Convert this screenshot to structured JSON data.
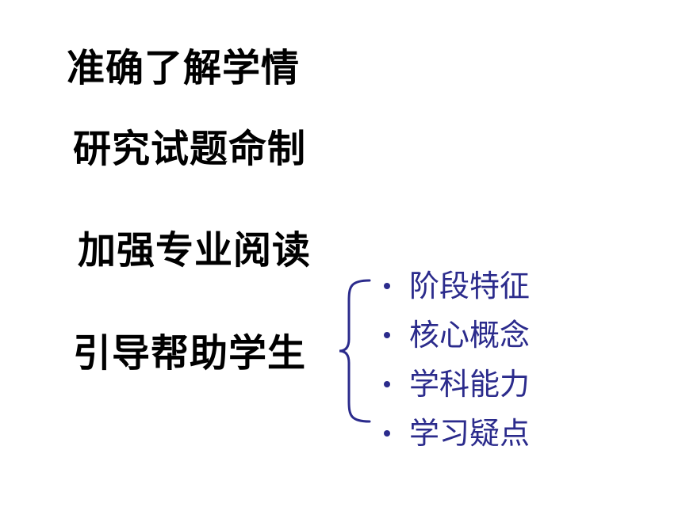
{
  "headings": [
    "准确了解学情",
    "研究试题命制",
    "加强专业阅读",
    "引导帮助学生"
  ],
  "sub_items": [
    "阶段特征",
    "核心概念",
    "学科能力",
    "学习疑点"
  ],
  "colors": {
    "heading": "#000000",
    "sub_item": "#2b2b8c",
    "brace": "#2b2b8c"
  }
}
